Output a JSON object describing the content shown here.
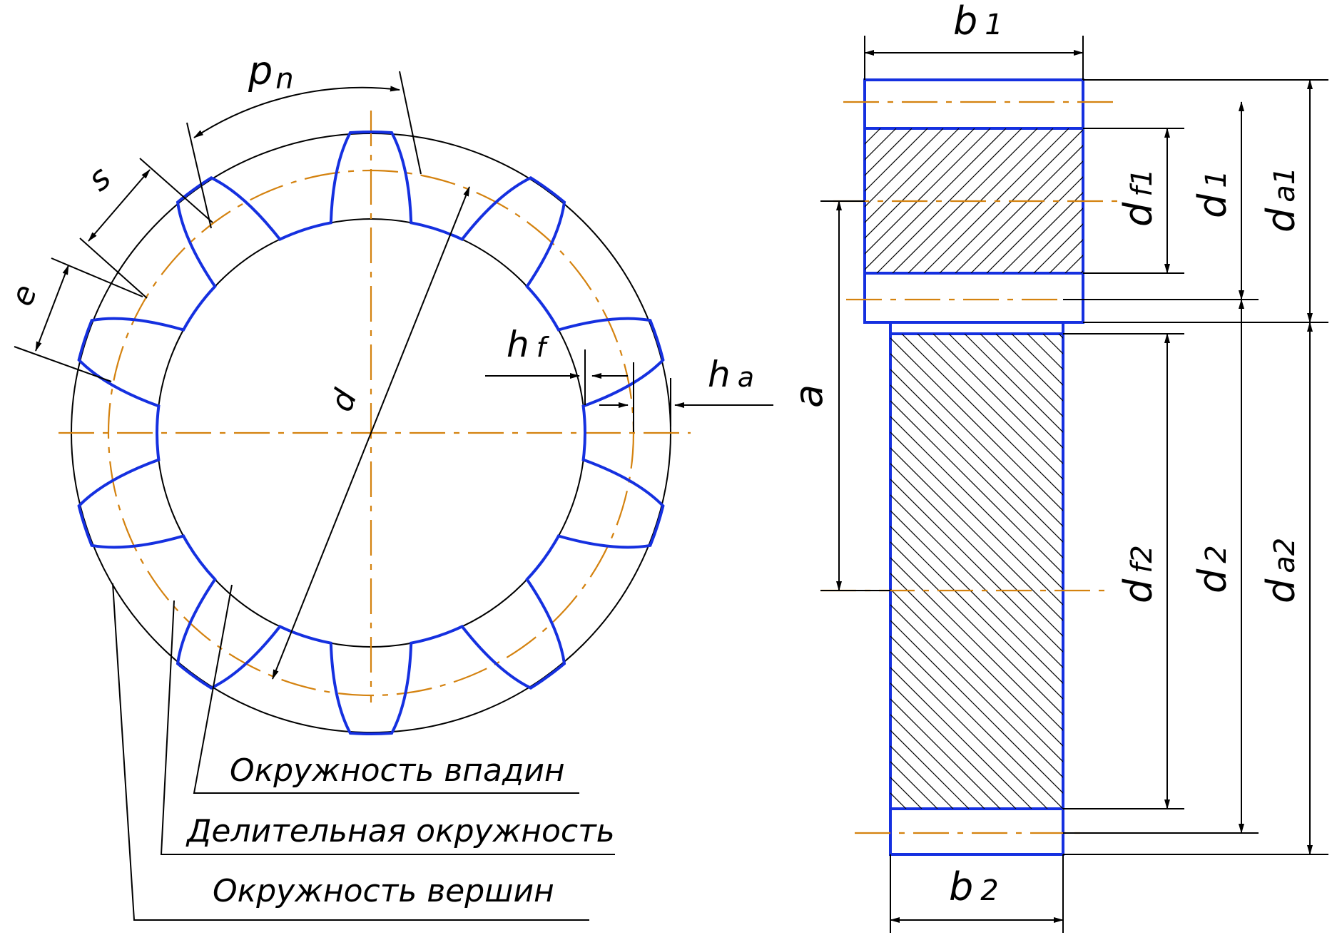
{
  "labels": {
    "pn": "p",
    "pn_sub": "n",
    "s": "s",
    "e": "e",
    "d": "d",
    "hf": "h",
    "hf_sub": "f",
    "ha": "h",
    "ha_sub": "a",
    "a": "a",
    "b1": "b",
    "b1_sub": "1",
    "b2": "b",
    "b2_sub": "2",
    "df1": "d",
    "df1_sub": "f1",
    "d1": "d",
    "d1_sub": "1",
    "da1": "d",
    "da1_sub": "a1",
    "df2": "d",
    "df2_sub": "f2",
    "d2": "d",
    "d2_sub": "2",
    "da2": "d",
    "da2_sub": "a2"
  },
  "callouts": {
    "root_circle": "Окружность впадин",
    "pitch_circle": "Делительная окружность",
    "tip_circle": "Окружность вершин"
  },
  "colors": {
    "outline": "#000000",
    "tooth_profile": "#1530e0",
    "axis_line": "#d4820f"
  },
  "gear": {
    "teeth": 10
  }
}
